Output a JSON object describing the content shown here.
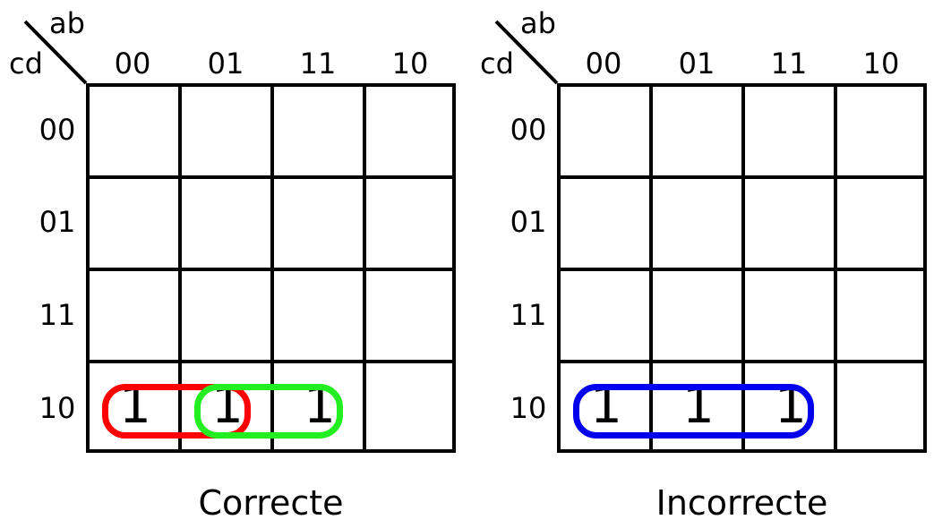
{
  "maps": [
    {
      "id": "correct",
      "caption": "Correcte",
      "corner_top": "ab",
      "corner_left": "cd",
      "col_headers": [
        "00",
        "01",
        "11",
        "10"
      ],
      "row_headers": [
        "00",
        "01",
        "11",
        "10"
      ],
      "cells": [
        [
          "",
          "",
          "",
          ""
        ],
        [
          "",
          "",
          "",
          ""
        ],
        [
          "",
          "",
          "",
          ""
        ],
        [
          "1",
          "1",
          "1",
          ""
        ]
      ],
      "groups": [
        {
          "color": "#ff0000",
          "row": 3,
          "from_col": 0,
          "to_col": 1
        },
        {
          "color": "#22ee22",
          "row": 3,
          "from_col": 1,
          "to_col": 2
        }
      ]
    },
    {
      "id": "incorrect",
      "caption": "Incorrecte",
      "corner_top": "ab",
      "corner_left": "cd",
      "col_headers": [
        "00",
        "01",
        "11",
        "10"
      ],
      "row_headers": [
        "00",
        "01",
        "11",
        "10"
      ],
      "cells": [
        [
          "",
          "",
          "",
          ""
        ],
        [
          "",
          "",
          "",
          ""
        ],
        [
          "",
          "",
          "",
          ""
        ],
        [
          "1",
          "1",
          "1",
          ""
        ]
      ],
      "groups": [
        {
          "color": "#0000ee",
          "row": 3,
          "from_col": 0,
          "to_col": 2
        }
      ]
    }
  ]
}
